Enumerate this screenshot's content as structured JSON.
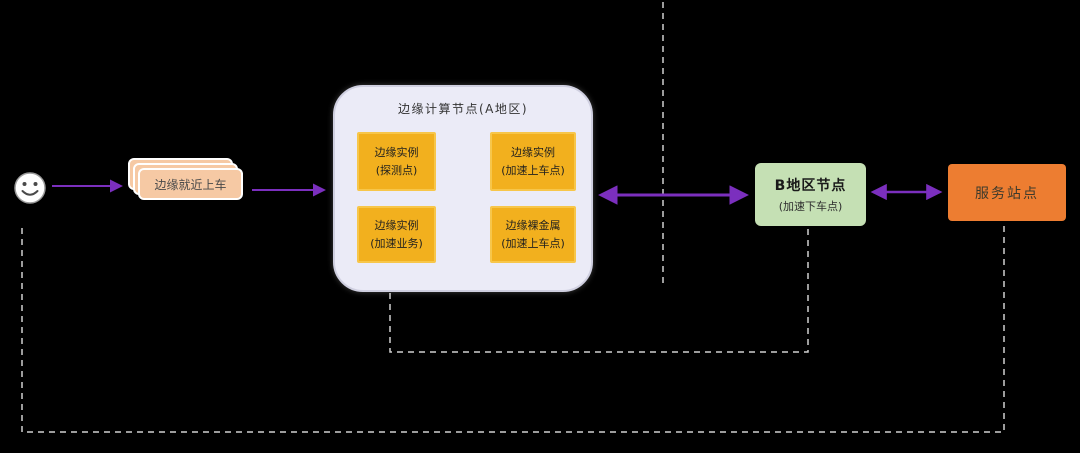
{
  "colors": {
    "background": "#000000",
    "arrow_purple": "#7B2FBE",
    "dashed_gray": "#CFCFCF",
    "peach_card": "#F6C9A4",
    "container_bg": "#EBEBF7",
    "instance_yellow": "#F2B01E",
    "region_b_green": "#C5E0B4",
    "service_orange": "#ED7D31"
  },
  "nodes": {
    "user": {
      "icon": "smiley-face-icon"
    },
    "edge_onboard": {
      "label": "边缘就近上车"
    },
    "edge_compute": {
      "title": "边缘计算节点(A地区)",
      "instances": [
        {
          "line1": "边缘实例",
          "line2": "(探测点)"
        },
        {
          "line1": "边缘实例",
          "line2": "(加速上车点)"
        },
        {
          "line1": "边缘实例",
          "line2": "(加速业务)"
        },
        {
          "line1": "边缘裸金属",
          "line2": "(加速上车点)"
        }
      ]
    },
    "region_b": {
      "title": "B地区节点",
      "subtitle": "(加速下车点)"
    },
    "service_site": {
      "label": "服务站点"
    }
  }
}
